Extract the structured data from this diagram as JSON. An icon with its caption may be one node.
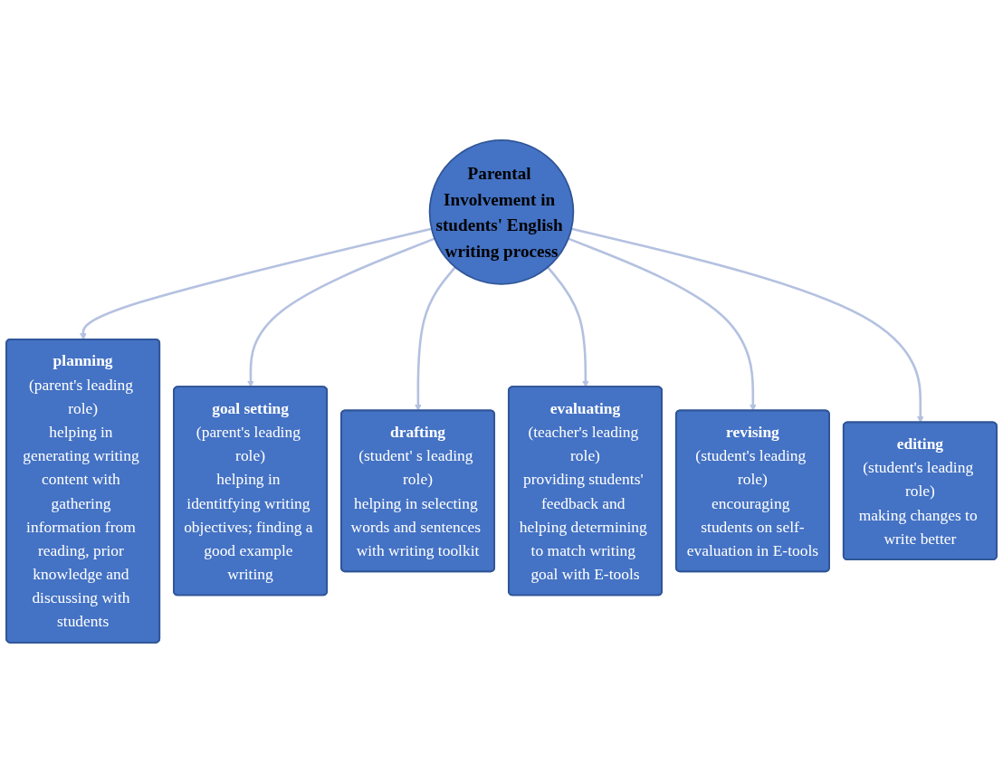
{
  "diagram": {
    "nodes": [
      {
        "text": [
          "Parental Involvement in students' English writing process"
        ]
      },
      {
        "text": [
          "planning",
          "(parent's leading role)",
          "helping in generating writing content with gathering information from reading, prior knowledge and discussing with students"
        ]
      },
      {
        "text": [
          "goal setting",
          "(parent's leading role)",
          "helping in identitfying writing objectives; finding a good example writing"
        ]
      },
      {
        "text": [
          "drafting",
          "(student' s leading role)",
          "helping in selecting words and sentences with writing toolkit"
        ]
      },
      {
        "text": [
          "evaluating",
          "(teacher's leading role)",
          "providing students' feedback and helping determining to match writing goal with E-tools"
        ]
      },
      {
        "text": [
          "revising",
          "(student's leading role)",
          "encouraging students on self-evaluation in E-tools"
        ]
      },
      {
        "text": [
          "editing",
          "(student's leading role)",
          "making changes to write better"
        ]
      }
    ],
    "edges": [
      {
        "from": 0,
        "to": 1,
        "arrow": "to"
      },
      {
        "from": 0,
        "to": 2,
        "arrow": "to"
      },
      {
        "from": 0,
        "to": 3,
        "arrow": "to"
      },
      {
        "from": 0,
        "to": 4,
        "arrow": "to"
      },
      {
        "from": 0,
        "to": 5,
        "arrow": "to"
      },
      {
        "from": 0,
        "to": 6,
        "arrow": "to"
      }
    ]
  }
}
